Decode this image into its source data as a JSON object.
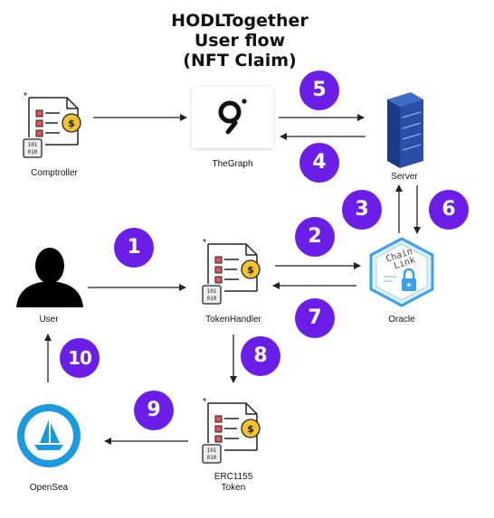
{
  "title": {
    "line1": "HODLTogether",
    "line2": "User flow",
    "line3": "(NFT Claim)"
  },
  "nodes": {
    "comptroller": "Comptroller",
    "thegraph": "TheGraph",
    "server": "Server",
    "user": "User",
    "tokenhandler": "TokenHandler",
    "oracle": "Oracle",
    "opensea": "OpenSea",
    "erc1155_line1": "ERC1155",
    "erc1155_line2": "Token",
    "chainlink_line1": "Chain",
    "chainlink_line2": "Link"
  },
  "steps": [
    "1",
    "2",
    "3",
    "4",
    "5",
    "6",
    "7",
    "8",
    "9",
    "10"
  ],
  "colors": {
    "badge": "#6a1ee8",
    "server": "#2b4fa8",
    "oracle": "#3aa0e8",
    "opensea": "#1a9be0",
    "coin": "#f2c12e",
    "doc_red": "#e25454"
  }
}
